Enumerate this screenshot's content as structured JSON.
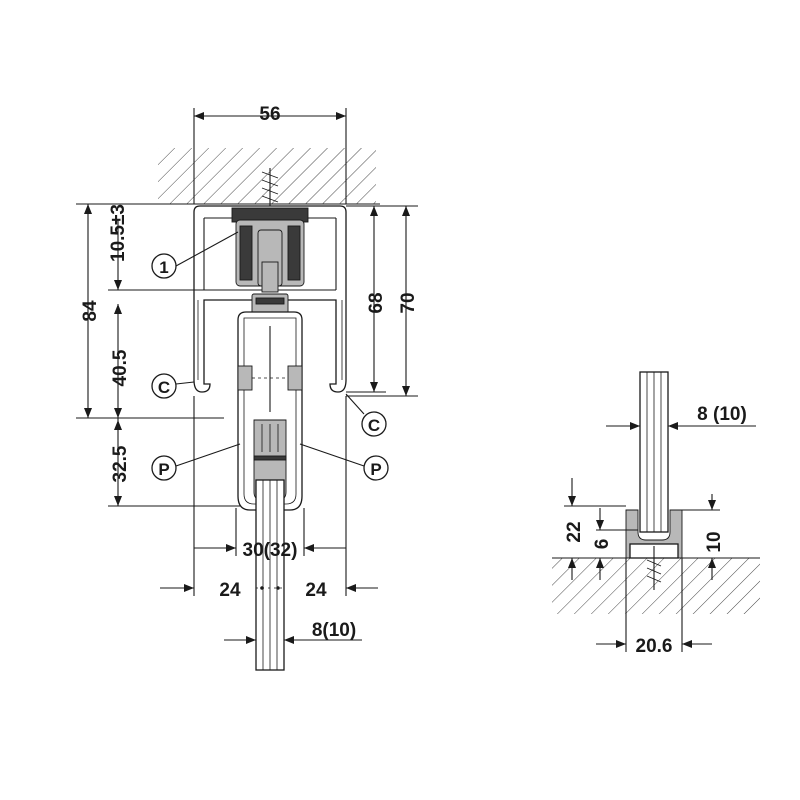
{
  "front_view": {
    "width_top": "56",
    "adjust": "10.5±3",
    "total_height": "84",
    "height_68": "68",
    "height_70": "70",
    "drop_40_5": "40.5",
    "drop_32_5": "32.5",
    "clamp_width": "30(32)",
    "left_24": "24",
    "right_24": "24",
    "glass_thickness": "8(10)"
  },
  "callouts": {
    "part_1": "1",
    "cover_c": "C",
    "profile_p": "P"
  },
  "side_view": {
    "glass_thickness": "8 (10)",
    "height_22": "22",
    "height_6": "6",
    "height_10": "10",
    "width_20_6": "20.6"
  },
  "colors": {
    "line": "#1a1a1a",
    "part_fill": "#b8b8b8",
    "dark_fill": "#3a3a3a"
  }
}
